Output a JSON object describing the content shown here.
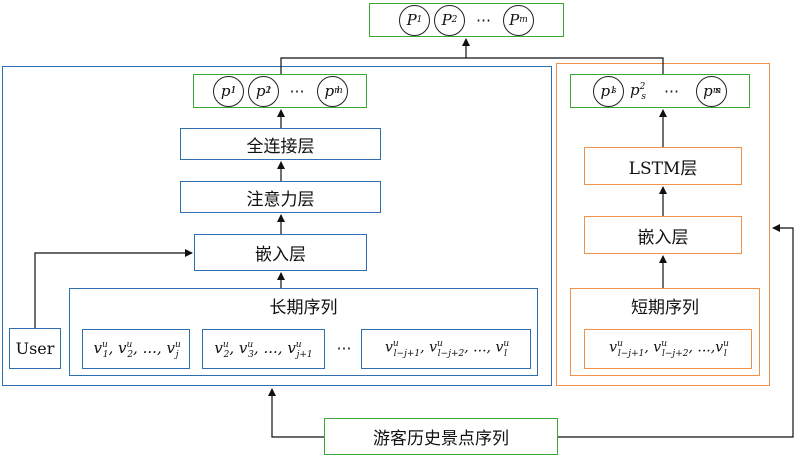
{
  "top_output": {
    "items": [
      {
        "base": "P",
        "sub": "1"
      },
      {
        "base": "P",
        "sub": "2"
      },
      {
        "base": "P",
        "sub": "m"
      }
    ],
    "ellipsis": "⋯"
  },
  "long_branch": {
    "outputs": [
      {
        "base": "p",
        "sub": "l",
        "sup": "1"
      },
      {
        "base": "p",
        "sub": "l",
        "sup": "2"
      },
      {
        "base": "p",
        "sub": "l",
        "sup": "m"
      }
    ],
    "ellipsis": "⋯",
    "fc_layer": "全连接层",
    "attention_layer": "注意力层",
    "embedding_layer": "嵌入层",
    "sequence_title": "长期序列",
    "user_label": "User",
    "seq1": {
      "v": "v",
      "sups": [
        "u",
        "u",
        "u"
      ],
      "subs": [
        "1",
        "2",
        "j"
      ],
      "sep": ", ",
      "dots": "...,"
    },
    "seq2": {
      "v": "v",
      "sups": [
        "u",
        "u",
        "u"
      ],
      "subs": [
        "2",
        "3",
        "j+1"
      ],
      "sep": ", ",
      "dots": "...,"
    },
    "seq3": {
      "v": "v",
      "sups": [
        "u",
        "u",
        "u"
      ],
      "subs": [
        "l−j+1",
        "l−j+2",
        "l"
      ],
      "sep": ", ",
      "dots": "...,"
    },
    "between_dots": "⋯"
  },
  "short_branch": {
    "outputs": [
      {
        "base": "p",
        "sub": "s",
        "sup": "1",
        "circled": true
      },
      {
        "base": "p",
        "sub": "s",
        "sup": "2",
        "circled": false
      },
      {
        "base": "p",
        "sub": "s",
        "sup": "m",
        "circled": true
      }
    ],
    "ellipsis": "⋯",
    "lstm_layer": "LSTM层",
    "embedding_layer": "嵌入层",
    "sequence_title": "短期序列",
    "seq": {
      "v": "v",
      "sups": [
        "u",
        "u",
        "u"
      ],
      "subs": [
        "l−j+1",
        "l−j+2",
        "l"
      ],
      "sep": ", ",
      "dots": "...,"
    }
  },
  "bottom_input": "游客历史景点序列",
  "colors": {
    "blue": "#2f6fb0",
    "orange": "#f2914a",
    "green": "#3aa63a",
    "arrow": "#111111"
  }
}
